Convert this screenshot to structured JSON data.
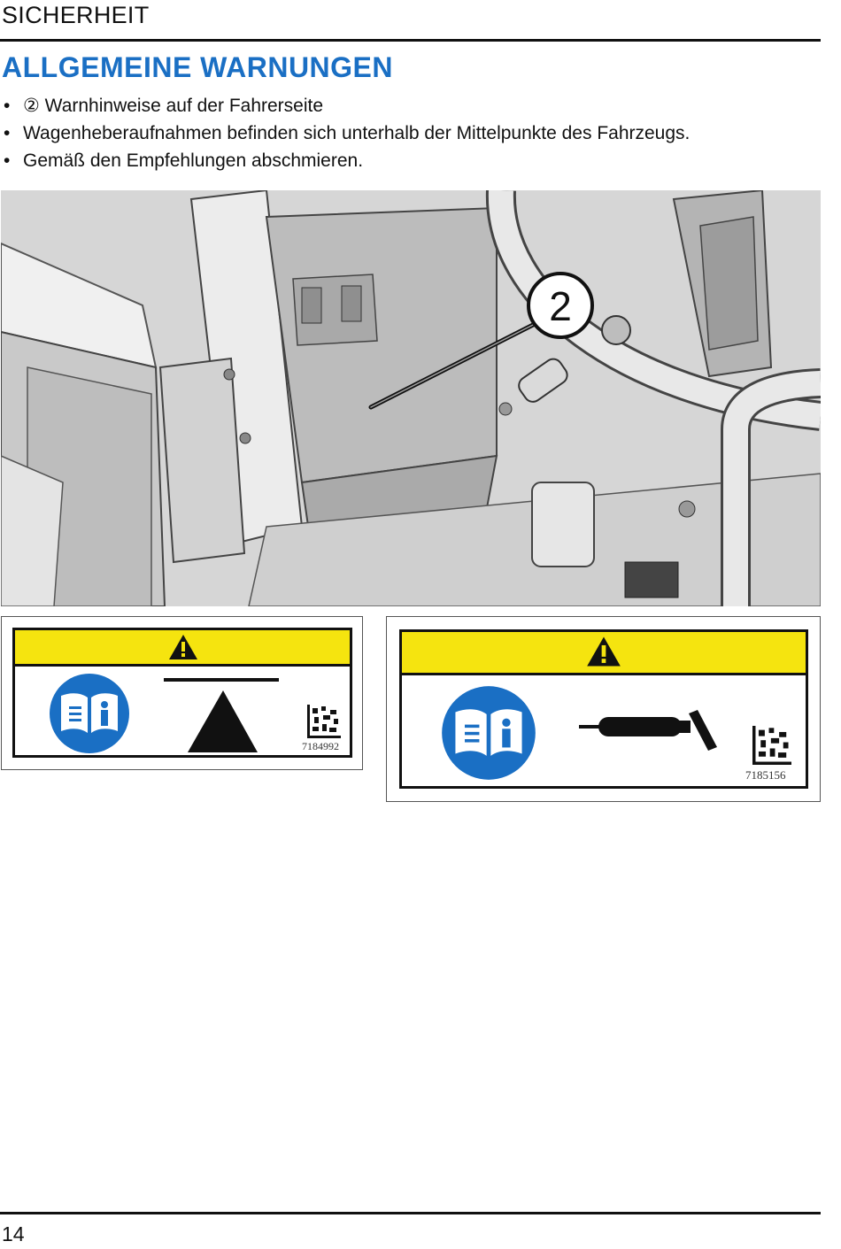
{
  "header": {
    "section": "SICHERHEIT"
  },
  "title": "ALLGEMEINE WARNUNGEN",
  "bullets": [
    "② Warnhinweise auf der Fahrerseite",
    "Wagenheberaufnahmen befinden sich unterhalb der Mittelpunkte des Fahrzeugs.",
    "Gemäß den Empfehlungen abschmieren."
  ],
  "figure": {
    "callout": "2"
  },
  "decals": [
    {
      "code": "7184992",
      "symbol": "jack-point-triangle-icon"
    },
    {
      "code": "7185156",
      "symbol": "grease-gun-icon"
    }
  ],
  "colors": {
    "title": "#1a6fc4",
    "warning_band": "#f5e40f",
    "manual_icon": "#1a6fc4"
  },
  "footer": {
    "page_number": "14"
  }
}
